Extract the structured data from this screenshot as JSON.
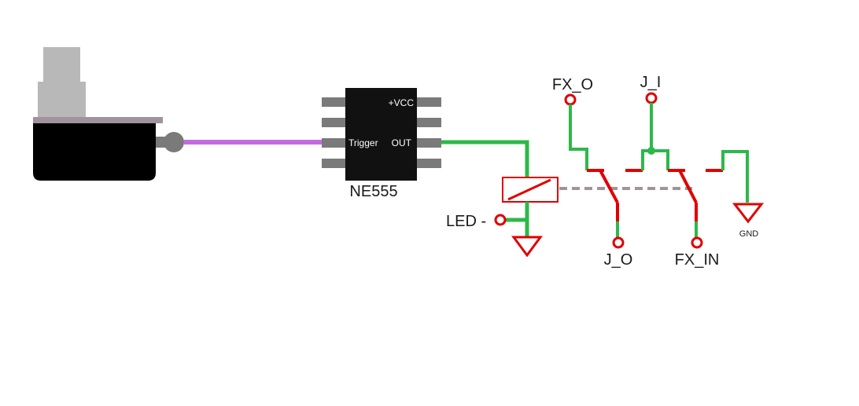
{
  "chip": {
    "name": "NE555",
    "pin_vcc": "+VCC",
    "pin_trigger": "Trigger",
    "pin_out": "OUT"
  },
  "terminals": {
    "fx_o": "FX_O",
    "j_i": "J_I",
    "j_o": "J_O",
    "fx_in": "FX_IN",
    "led_minus": "LED -",
    "gnd": "GND"
  },
  "colors": {
    "wire_green": "#2db84a",
    "wire_purple": "#c36be3",
    "contact_red": "#e00000",
    "chip_body": "#111111",
    "chip_pin": "#7a7a7a",
    "adapter_body": "#000000",
    "adapter_plug": "#b8b8b8",
    "mechanical_link": "#a0939b"
  }
}
